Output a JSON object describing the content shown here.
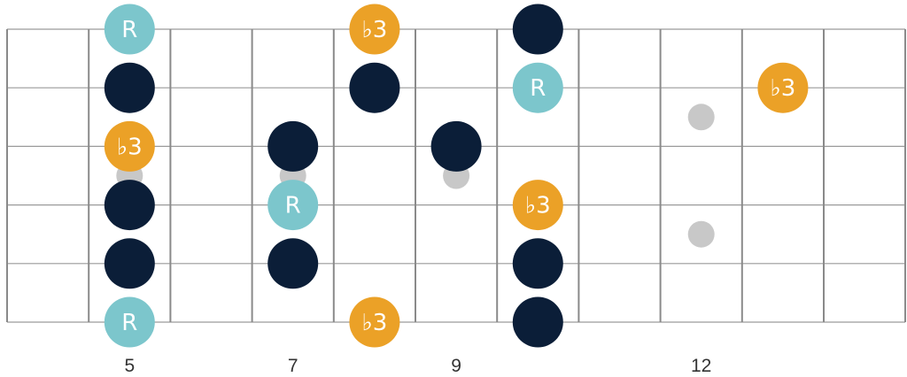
{
  "frets": {
    "first": 4,
    "last": 14,
    "marker_frets": [
      5,
      7,
      9,
      12
    ],
    "labels": [
      {
        "fret": 5,
        "text": "5"
      },
      {
        "fret": 7,
        "text": "7"
      },
      {
        "fret": 9,
        "text": "9"
      },
      {
        "fret": 12,
        "text": "12"
      }
    ]
  },
  "strings": 6,
  "inlay_markers": [
    {
      "fret": 5,
      "position": "center"
    },
    {
      "fret": 7,
      "position": "center"
    },
    {
      "fret": 9,
      "position": "center"
    },
    {
      "fret": 12,
      "position": "upper"
    },
    {
      "fret": 12,
      "position": "lower"
    }
  ],
  "legend": {
    "root": {
      "label": "R",
      "color": "#7cc6cc"
    },
    "minor_third": {
      "label": "♭3",
      "color": "#eba127"
    },
    "scale_tone": {
      "label": "",
      "color": "#0b1e38"
    }
  },
  "notes": [
    {
      "string": 1,
      "fret": 5,
      "type": "root"
    },
    {
      "string": 1,
      "fret": 8,
      "type": "minor_third"
    },
    {
      "string": 1,
      "fret": 10,
      "type": "scale_tone"
    },
    {
      "string": 2,
      "fret": 5,
      "type": "scale_tone"
    },
    {
      "string": 2,
      "fret": 8,
      "type": "scale_tone"
    },
    {
      "string": 2,
      "fret": 10,
      "type": "root"
    },
    {
      "string": 2,
      "fret": 13,
      "type": "minor_third"
    },
    {
      "string": 3,
      "fret": 5,
      "type": "minor_third"
    },
    {
      "string": 3,
      "fret": 7,
      "type": "scale_tone"
    },
    {
      "string": 3,
      "fret": 9,
      "type": "scale_tone"
    },
    {
      "string": 4,
      "fret": 5,
      "type": "scale_tone"
    },
    {
      "string": 4,
      "fret": 7,
      "type": "root"
    },
    {
      "string": 4,
      "fret": 10,
      "type": "minor_third"
    },
    {
      "string": 5,
      "fret": 5,
      "type": "scale_tone"
    },
    {
      "string": 5,
      "fret": 7,
      "type": "scale_tone"
    },
    {
      "string": 5,
      "fret": 10,
      "type": "scale_tone"
    },
    {
      "string": 6,
      "fret": 5,
      "type": "root"
    },
    {
      "string": 6,
      "fret": 8,
      "type": "minor_third"
    },
    {
      "string": 6,
      "fret": 10,
      "type": "scale_tone"
    }
  ]
}
